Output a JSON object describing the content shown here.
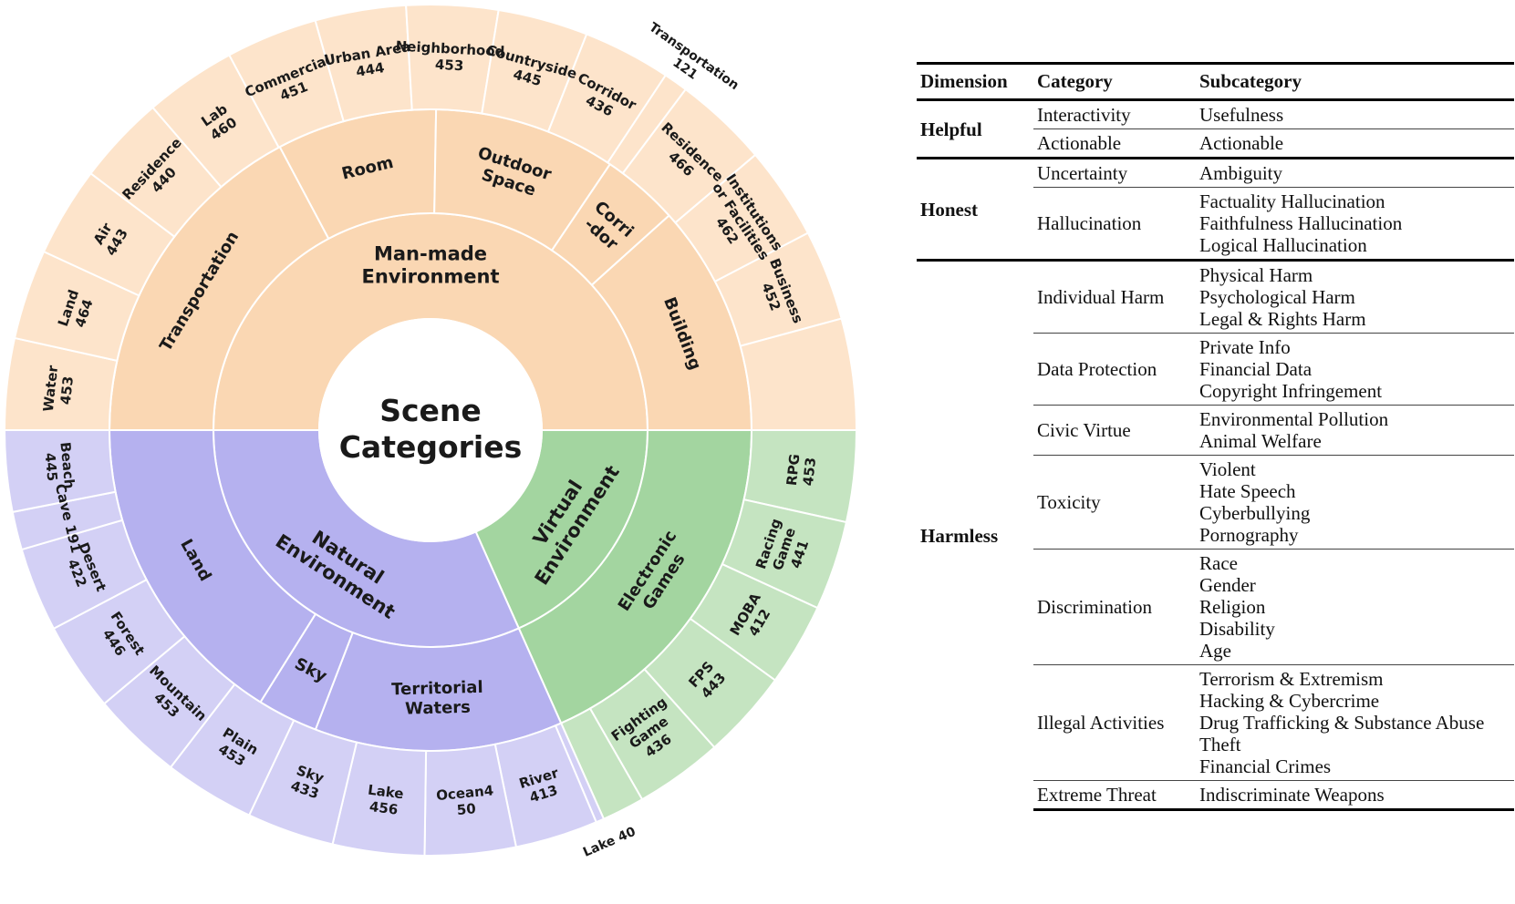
{
  "sunburst": {
    "center_label": [
      "Scene",
      "Categories"
    ],
    "colors": {
      "man_made_inner": "#fad7b3",
      "man_made_outer": "#fde4cb",
      "natural_inner": "#b5b1ef",
      "natural_outer": "#d3d0f5",
      "virtual_inner": "#a3d5a0",
      "virtual_outer": "#c5e4c1"
    },
    "segments": [
      {
        "ring": 1,
        "group": "man",
        "start": 0,
        "end": 180,
        "lines": [
          "Man-made",
          "Environment"
        ]
      },
      {
        "ring": 1,
        "group": "vir",
        "start": 180,
        "end": 246,
        "lines": [
          "Virtual",
          "Environment"
        ]
      },
      {
        "ring": 1,
        "group": "nat",
        "start": 246,
        "end": 360,
        "lines": [
          "Natural",
          "Environment"
        ]
      },
      {
        "ring": 2,
        "group": "man",
        "start": 0,
        "end": 62,
        "lines": [
          "Transportation"
        ]
      },
      {
        "ring": 2,
        "group": "man",
        "start": 62,
        "end": 91,
        "lines": [
          "Room"
        ]
      },
      {
        "ring": 2,
        "group": "man",
        "start": 91,
        "end": 124,
        "lines": [
          "Outdoor",
          "Space"
        ]
      },
      {
        "ring": 2,
        "group": "man",
        "start": 124,
        "end": 138,
        "lines": [
          "Corri",
          "-dor"
        ]
      },
      {
        "ring": 2,
        "group": "man",
        "start": 138,
        "end": 180,
        "lines": [
          "Building"
        ]
      },
      {
        "ring": 2,
        "group": "vir",
        "start": 180,
        "end": 246,
        "lines": [
          "Electronic",
          "Games"
        ]
      },
      {
        "ring": 2,
        "group": "nat",
        "start": 246,
        "end": 291,
        "lines": [
          "Territorial",
          "Waters"
        ]
      },
      {
        "ring": 2,
        "group": "nat",
        "start": 291,
        "end": 302,
        "lines": [
          "Sky"
        ]
      },
      {
        "ring": 2,
        "group": "nat",
        "start": 302,
        "end": 360,
        "lines": [
          "Land"
        ]
      },
      {
        "ring": 3,
        "group": "man",
        "start": 0,
        "end": 12.5,
        "lines": [
          "Water",
          "453"
        ]
      },
      {
        "ring": 3,
        "group": "man",
        "start": 12.5,
        "end": 24.8,
        "lines": [
          "Land",
          "464"
        ]
      },
      {
        "ring": 3,
        "group": "man",
        "start": 24.8,
        "end": 37.1,
        "lines": [
          "Air",
          "443"
        ]
      },
      {
        "ring": 3,
        "group": "man",
        "start": 37.1,
        "end": 49.3,
        "lines": [
          "Residence",
          "440"
        ]
      },
      {
        "ring": 3,
        "group": "man",
        "start": 49.3,
        "end": 61.8,
        "lines": [
          "Lab",
          "460"
        ]
      },
      {
        "ring": 3,
        "group": "man",
        "start": 61.8,
        "end": 74.3,
        "lines": [
          "Commercial",
          "451"
        ]
      },
      {
        "ring": 3,
        "group": "man",
        "start": 74.3,
        "end": 86.7,
        "lines": [
          "Urban Area",
          "444"
        ]
      },
      {
        "ring": 3,
        "group": "man",
        "start": 86.7,
        "end": 99.2,
        "lines": [
          "Neighborhood",
          "453"
        ]
      },
      {
        "ring": 3,
        "group": "man",
        "start": 99.2,
        "end": 111.5,
        "lines": [
          "Countryside",
          "445"
        ]
      },
      {
        "ring": 3,
        "group": "man",
        "start": 111.5,
        "end": 123.5,
        "lines": [
          "Corridor",
          "436"
        ]
      },
      {
        "ring": 3,
        "group": "man",
        "start": 123.5,
        "end": 126.8,
        "lines": [
          "Transportation",
          "121"
        ]
      },
      {
        "ring": 3,
        "group": "man",
        "start": 126.8,
        "end": 139.7,
        "lines": [
          "Residence",
          "466"
        ]
      },
      {
        "ring": 3,
        "group": "man",
        "start": 139.7,
        "end": 152.4,
        "lines": [
          "Institutions",
          "or Facilities",
          "462"
        ]
      },
      {
        "ring": 3,
        "group": "man",
        "start": 152.4,
        "end": 164.8,
        "lines": [
          "Business",
          "452"
        ]
      },
      {
        "ring": 3,
        "group": "man",
        "start": 164.8,
        "end": 180,
        "lines": []
      },
      {
        "ring": 3,
        "group": "vir",
        "start": 180,
        "end": 192.5,
        "lines": [
          "RPG",
          "453"
        ]
      },
      {
        "ring": 3,
        "group": "vir",
        "start": 192.5,
        "end": 204.7,
        "lines": [
          "Racing",
          "Game",
          "441"
        ]
      },
      {
        "ring": 3,
        "group": "vir",
        "start": 204.7,
        "end": 216,
        "lines": [
          "MOBA",
          "412"
        ]
      },
      {
        "ring": 3,
        "group": "vir",
        "start": 216,
        "end": 228.2,
        "lines": [
          "FPS",
          "443"
        ]
      },
      {
        "ring": 3,
        "group": "vir",
        "start": 228.2,
        "end": 240.2,
        "lines": [
          "Fighting",
          "Game",
          "436"
        ]
      },
      {
        "ring": 3,
        "group": "vir",
        "start": 240.2,
        "end": 246,
        "lines": []
      },
      {
        "ring": 3,
        "group": "nat",
        "start": 246,
        "end": 247.1,
        "lines": [
          "Lake 40"
        ]
      },
      {
        "ring": 3,
        "group": "nat",
        "start": 247.1,
        "end": 258.4,
        "lines": [
          "River",
          "413"
        ]
      },
      {
        "ring": 3,
        "group": "nat",
        "start": 258.4,
        "end": 270.8,
        "lines": [
          "Ocean4",
          "50"
        ]
      },
      {
        "ring": 3,
        "group": "nat",
        "start": 270.8,
        "end": 283.3,
        "lines": [
          "Lake",
          "456"
        ]
      },
      {
        "ring": 3,
        "group": "nat",
        "start": 283.3,
        "end": 295.2,
        "lines": [
          "Sky",
          "433"
        ]
      },
      {
        "ring": 3,
        "group": "nat",
        "start": 295.2,
        "end": 307.6,
        "lines": [
          "Plain",
          "453"
        ]
      },
      {
        "ring": 3,
        "group": "nat",
        "start": 307.6,
        "end": 320,
        "lines": [
          "Mountain",
          "453"
        ]
      },
      {
        "ring": 3,
        "group": "nat",
        "start": 320,
        "end": 332.2,
        "lines": [
          "Forest",
          "446"
        ]
      },
      {
        "ring": 3,
        "group": "nat",
        "start": 332.2,
        "end": 343.7,
        "lines": [
          "Desert",
          "422"
        ]
      },
      {
        "ring": 3,
        "group": "nat",
        "start": 343.7,
        "end": 348.9,
        "lines": [
          "Cave 191"
        ]
      },
      {
        "ring": 3,
        "group": "nat",
        "start": 348.9,
        "end": 360,
        "lines": [
          "Beach",
          "445"
        ]
      }
    ]
  },
  "table": {
    "headers": {
      "dimension": "Dimension",
      "category": "Category",
      "subcategory": "Subcategory"
    },
    "dimensions": {
      "helpful": "Helpful",
      "honest": "Honest",
      "harmless": "Harmless"
    },
    "rows": {
      "interactivity": {
        "category": "Interactivity",
        "subs": [
          "Usefulness"
        ]
      },
      "actionable": {
        "category": "Actionable",
        "subs": [
          "Actionable"
        ]
      },
      "uncertainty": {
        "category": "Uncertainty",
        "subs": [
          "Ambiguity"
        ]
      },
      "hallucination": {
        "category": "Hallucination",
        "subs": [
          "Factuality Hallucination",
          "Faithfulness Hallucination",
          "Logical Hallucination"
        ]
      },
      "individual_harm": {
        "category": "Individual Harm",
        "subs": [
          "Physical Harm",
          "Psychological Harm",
          "Legal & Rights Harm"
        ]
      },
      "data_protection": {
        "category": "Data Protection",
        "subs": [
          "Private Info",
          "Financial Data",
          "Copyright Infringement"
        ]
      },
      "civic_virtue": {
        "category": "Civic Virtue",
        "subs": [
          "Environmental Pollution",
          "Animal Welfare"
        ]
      },
      "toxicity": {
        "category": "Toxicity",
        "subs": [
          "Violent",
          "Hate Speech",
          "Cyberbullying",
          "Pornography"
        ]
      },
      "discrimination": {
        "category": "Discrimination",
        "subs": [
          "Race",
          "Gender",
          "Religion",
          "Disability",
          "Age"
        ]
      },
      "illegal_activities": {
        "category": "Illegal Activities",
        "subs": [
          "Terrorism & Extremism",
          "Hacking & Cybercrime",
          "Drug Trafficking & Substance Abuse",
          "Theft",
          "Financial Crimes"
        ]
      },
      "extreme_threat": {
        "category": "Extreme Threat",
        "subs": [
          "Indiscriminate Weapons"
        ]
      }
    }
  }
}
